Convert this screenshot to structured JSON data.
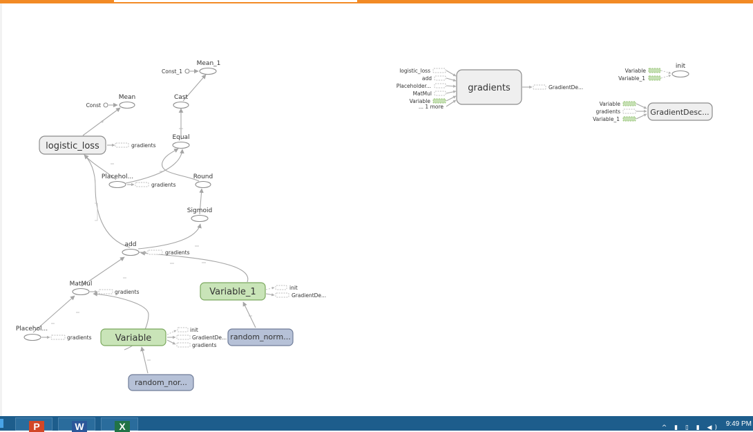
{
  "graph": {
    "nodes": {
      "mean1": "Mean_1",
      "const1": "Const_1",
      "mean": "Mean",
      "const": "Const",
      "cast": "Cast",
      "equal": "Equal",
      "logistic_loss": "logistic_loss",
      "placeholder_top": "Placehol...",
      "round": "Round",
      "sigmoid": "Sigmoid",
      "add": "add",
      "matmul": "MatMul",
      "placeholder_bottom": "Placehol...",
      "variable_1": "Variable_1",
      "variable": "Variable",
      "random_norm_right": "random_norm...",
      "random_norm_bottom": "random_nor...",
      "gradients": "gradients",
      "init": "init",
      "gradient_descent": "GradientDesc..."
    },
    "refs": {
      "gradients": "gradients",
      "init": "init",
      "gradient_de": "GradientDe...",
      "gradient_de_short": "GradientDe..."
    },
    "gradients_inputs": [
      "logistic_loss",
      "add",
      "Placeholder...",
      "MatMul",
      "Variable",
      "... 1 more"
    ],
    "init_inputs": [
      "Variable",
      "Variable_1"
    ],
    "gd_inputs": [
      "Variable",
      "gradients",
      "Variable_1"
    ]
  },
  "taskbar": {
    "apps": [
      {
        "name": "powerpoint",
        "glyph": "P",
        "color": "#d24726"
      },
      {
        "name": "word",
        "glyph": "W",
        "color": "#2b579a"
      },
      {
        "name": "excel",
        "glyph": "X",
        "color": "#217346"
      }
    ],
    "tray_icons": "^ ▮ ▯ ▮ ◀)",
    "clock": "9:49 PM"
  }
}
